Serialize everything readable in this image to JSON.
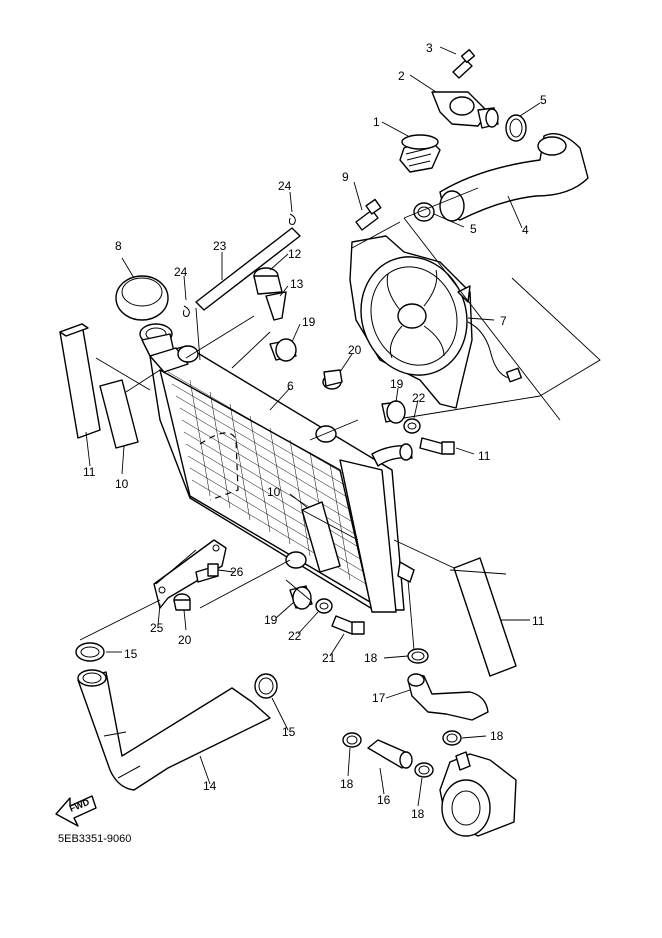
{
  "callouts": {
    "c1": "1",
    "c2": "2",
    "c3": "3",
    "c4": "4",
    "c5a": "5",
    "c5b": "5",
    "c6": "6",
    "c7": "7",
    "c8": "8",
    "c9": "9",
    "c10a": "10",
    "c10b": "10",
    "c11a": "11",
    "c11b": "11",
    "c11c": "11",
    "c12": "12",
    "c13": "13",
    "c14": "14",
    "c15a": "15",
    "c15b": "15",
    "c16": "16",
    "c17": "17",
    "c18a": "18",
    "c18b": "18",
    "c18c": "18",
    "c18d": "18",
    "c19a": "19",
    "c19b": "19",
    "c19c": "19",
    "c20a": "20",
    "c20b": "20",
    "c21": "21",
    "c22a": "22",
    "c22b": "22",
    "c23": "23",
    "c24a": "24",
    "c24b": "24",
    "c25": "25",
    "c26": "26"
  },
  "fwd_label": "FWD",
  "diagram_code": "5EB3351-9060"
}
